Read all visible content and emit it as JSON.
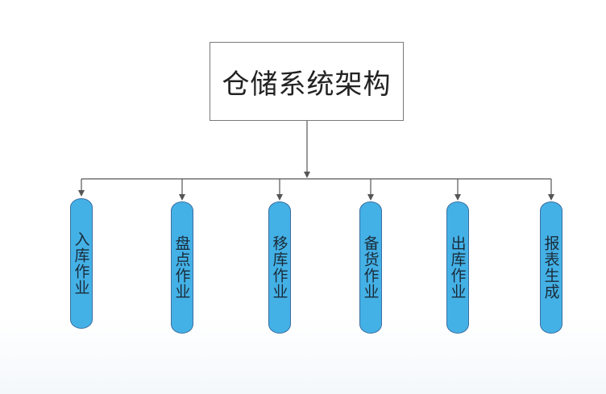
{
  "diagram": {
    "root": {
      "label": "仓储系统架构"
    },
    "children": [
      {
        "label": "入库作业"
      },
      {
        "label": "盘点作业"
      },
      {
        "label": "移库作业"
      },
      {
        "label": "备货作业"
      },
      {
        "label": "出库作业"
      },
      {
        "label": "报表生成"
      }
    ]
  },
  "colors": {
    "node_fill": "#44b1e6",
    "node_border": "#3a6ea0",
    "connector": "#555555"
  }
}
